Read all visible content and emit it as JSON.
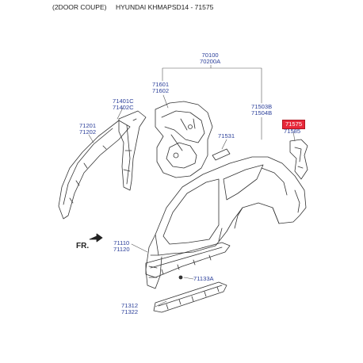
{
  "header": {
    "variant": "(2DOOR COUPE)",
    "catalog": "HYUNDAI KHMAPSD14 - 71575"
  },
  "orientation": {
    "label": "FR."
  },
  "callouts": [
    {
      "id": "pnl-side-outer",
      "codes": [
        "70100",
        "70200A"
      ]
    },
    {
      "id": "pnl-qtr-inner",
      "codes": [
        "71601",
        "71602"
      ]
    },
    {
      "id": "pillar-front",
      "codes": [
        "71401C",
        "71402C"
      ]
    },
    {
      "id": "reinf-roof-rail",
      "codes": [
        "71201",
        "71202"
      ]
    },
    {
      "id": "pnl-qtr-outer",
      "codes": [
        "71503B",
        "71504B"
      ]
    },
    {
      "id": "fuel-door",
      "codes": [
        "71531"
      ]
    },
    {
      "id": "rear-ext-highlighted",
      "codes": [
        "71575",
        "71585"
      ],
      "highlighted": true
    },
    {
      "id": "sill-outer",
      "codes": [
        "71110",
        "71120"
      ]
    },
    {
      "id": "plug",
      "codes": [
        "71133A"
      ]
    },
    {
      "id": "sill-inner",
      "codes": [
        "71312",
        "71322"
      ]
    }
  ],
  "colors": {
    "label_text": "#2b3f9a",
    "highlight_fill": "#e8283a",
    "line_art": "#333333"
  }
}
